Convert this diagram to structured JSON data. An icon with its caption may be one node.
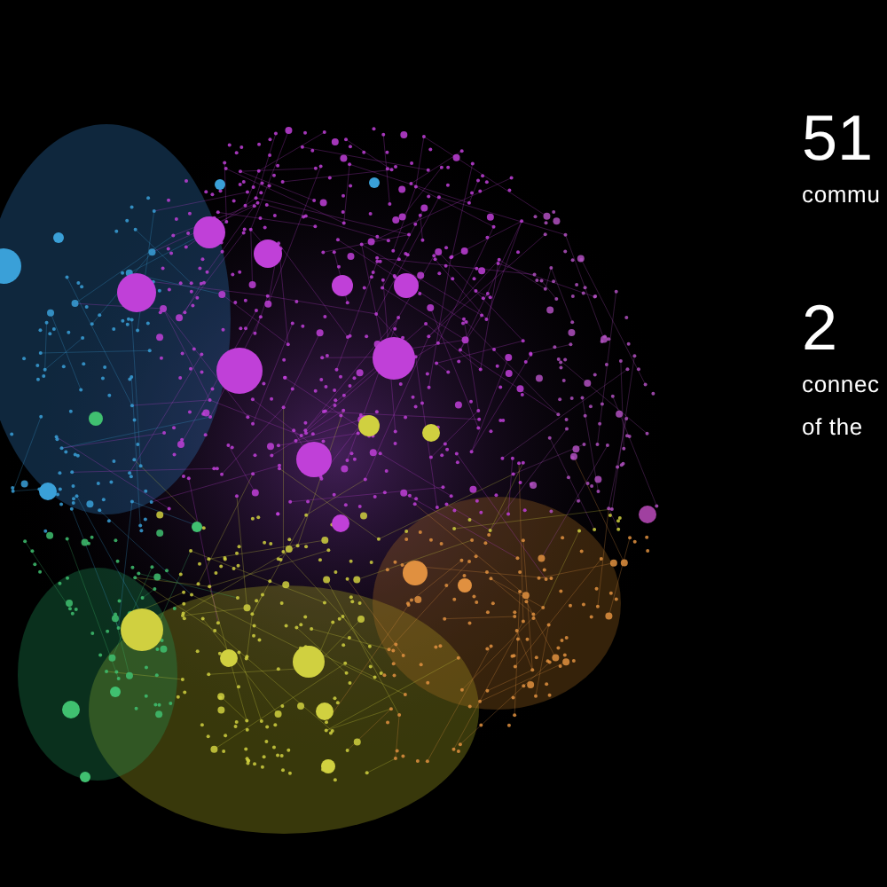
{
  "diagram": {
    "labels": [
      "51",
      "commu",
      "2",
      "connec",
      "of the"
    ]
  }
}
